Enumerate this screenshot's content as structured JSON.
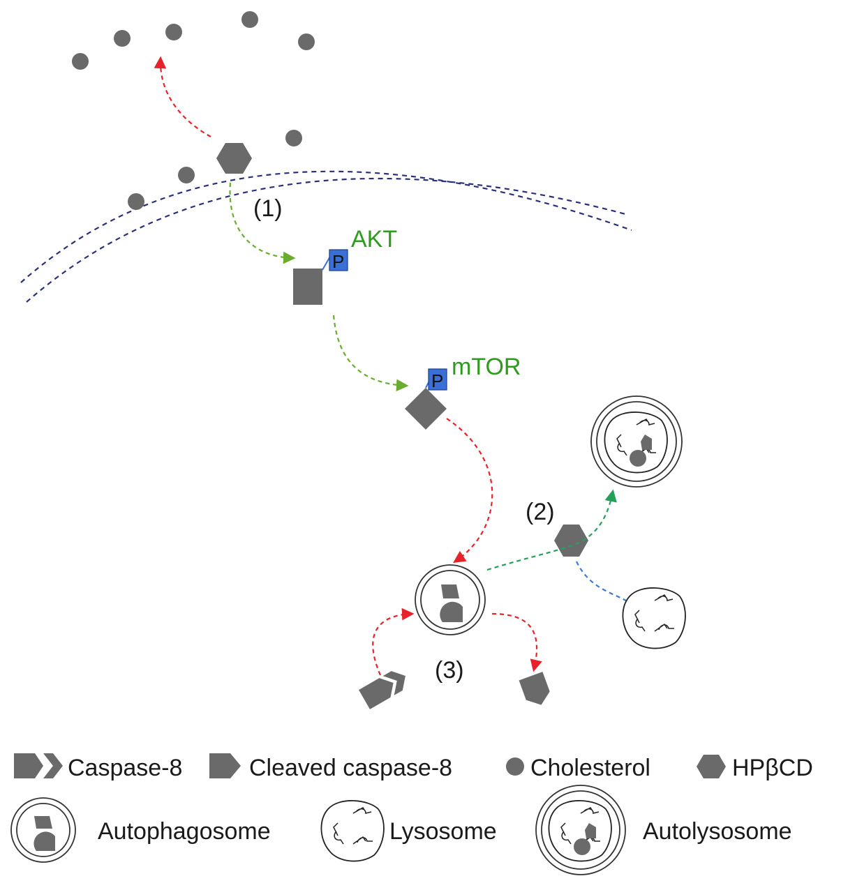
{
  "steps": {
    "s1": "(1)",
    "s2": "(2)",
    "s3": "(3)"
  },
  "proteins": {
    "akt": "AKT",
    "mtor": "mTOR",
    "phospho": "P"
  },
  "legend": {
    "caspase8": "Caspase-8",
    "cleaved_caspase8": "Cleaved caspase-8",
    "cholesterol": "Cholesterol",
    "hpbcd": "HPβCD",
    "autophagosome": "Autophagosome",
    "lysosome": "Lysosome",
    "autolysosome": "Autolysosome"
  },
  "colors": {
    "inhibit_arrow": "#e8222a",
    "activate_arrow": "#6aad2e",
    "promote_arrow": "#23a05a",
    "membrane": "#2a2f7a",
    "fusion_line": "#3a7bd5",
    "phospho_box": "#3a6fd8",
    "molecule_gray": "#6a6a6a"
  },
  "icons": [
    "cholesterol-dot-icon",
    "hpbcd-hexagon-icon",
    "caspase-8-icon",
    "cleaved-caspase-8-icon",
    "autophagosome-icon",
    "lysosome-icon",
    "autolysosome-icon"
  ]
}
